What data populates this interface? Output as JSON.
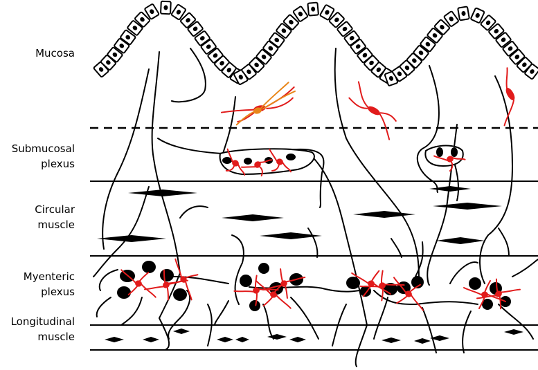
{
  "labels": {
    "mucosa": [
      "Mucosa"
    ],
    "submucosal": [
      "Submucosal",
      "plexus"
    ],
    "circular": [
      "Circular",
      "muscle"
    ],
    "myenteric": [
      "Myenteric",
      "plexus"
    ],
    "longitudinal": [
      "Longitudinal",
      "muscle"
    ]
  },
  "colors": {
    "line": "#000000",
    "neuron": "#e11b1b",
    "neuron_alt": "#e8861a",
    "cell_fill": "#ffffff"
  }
}
